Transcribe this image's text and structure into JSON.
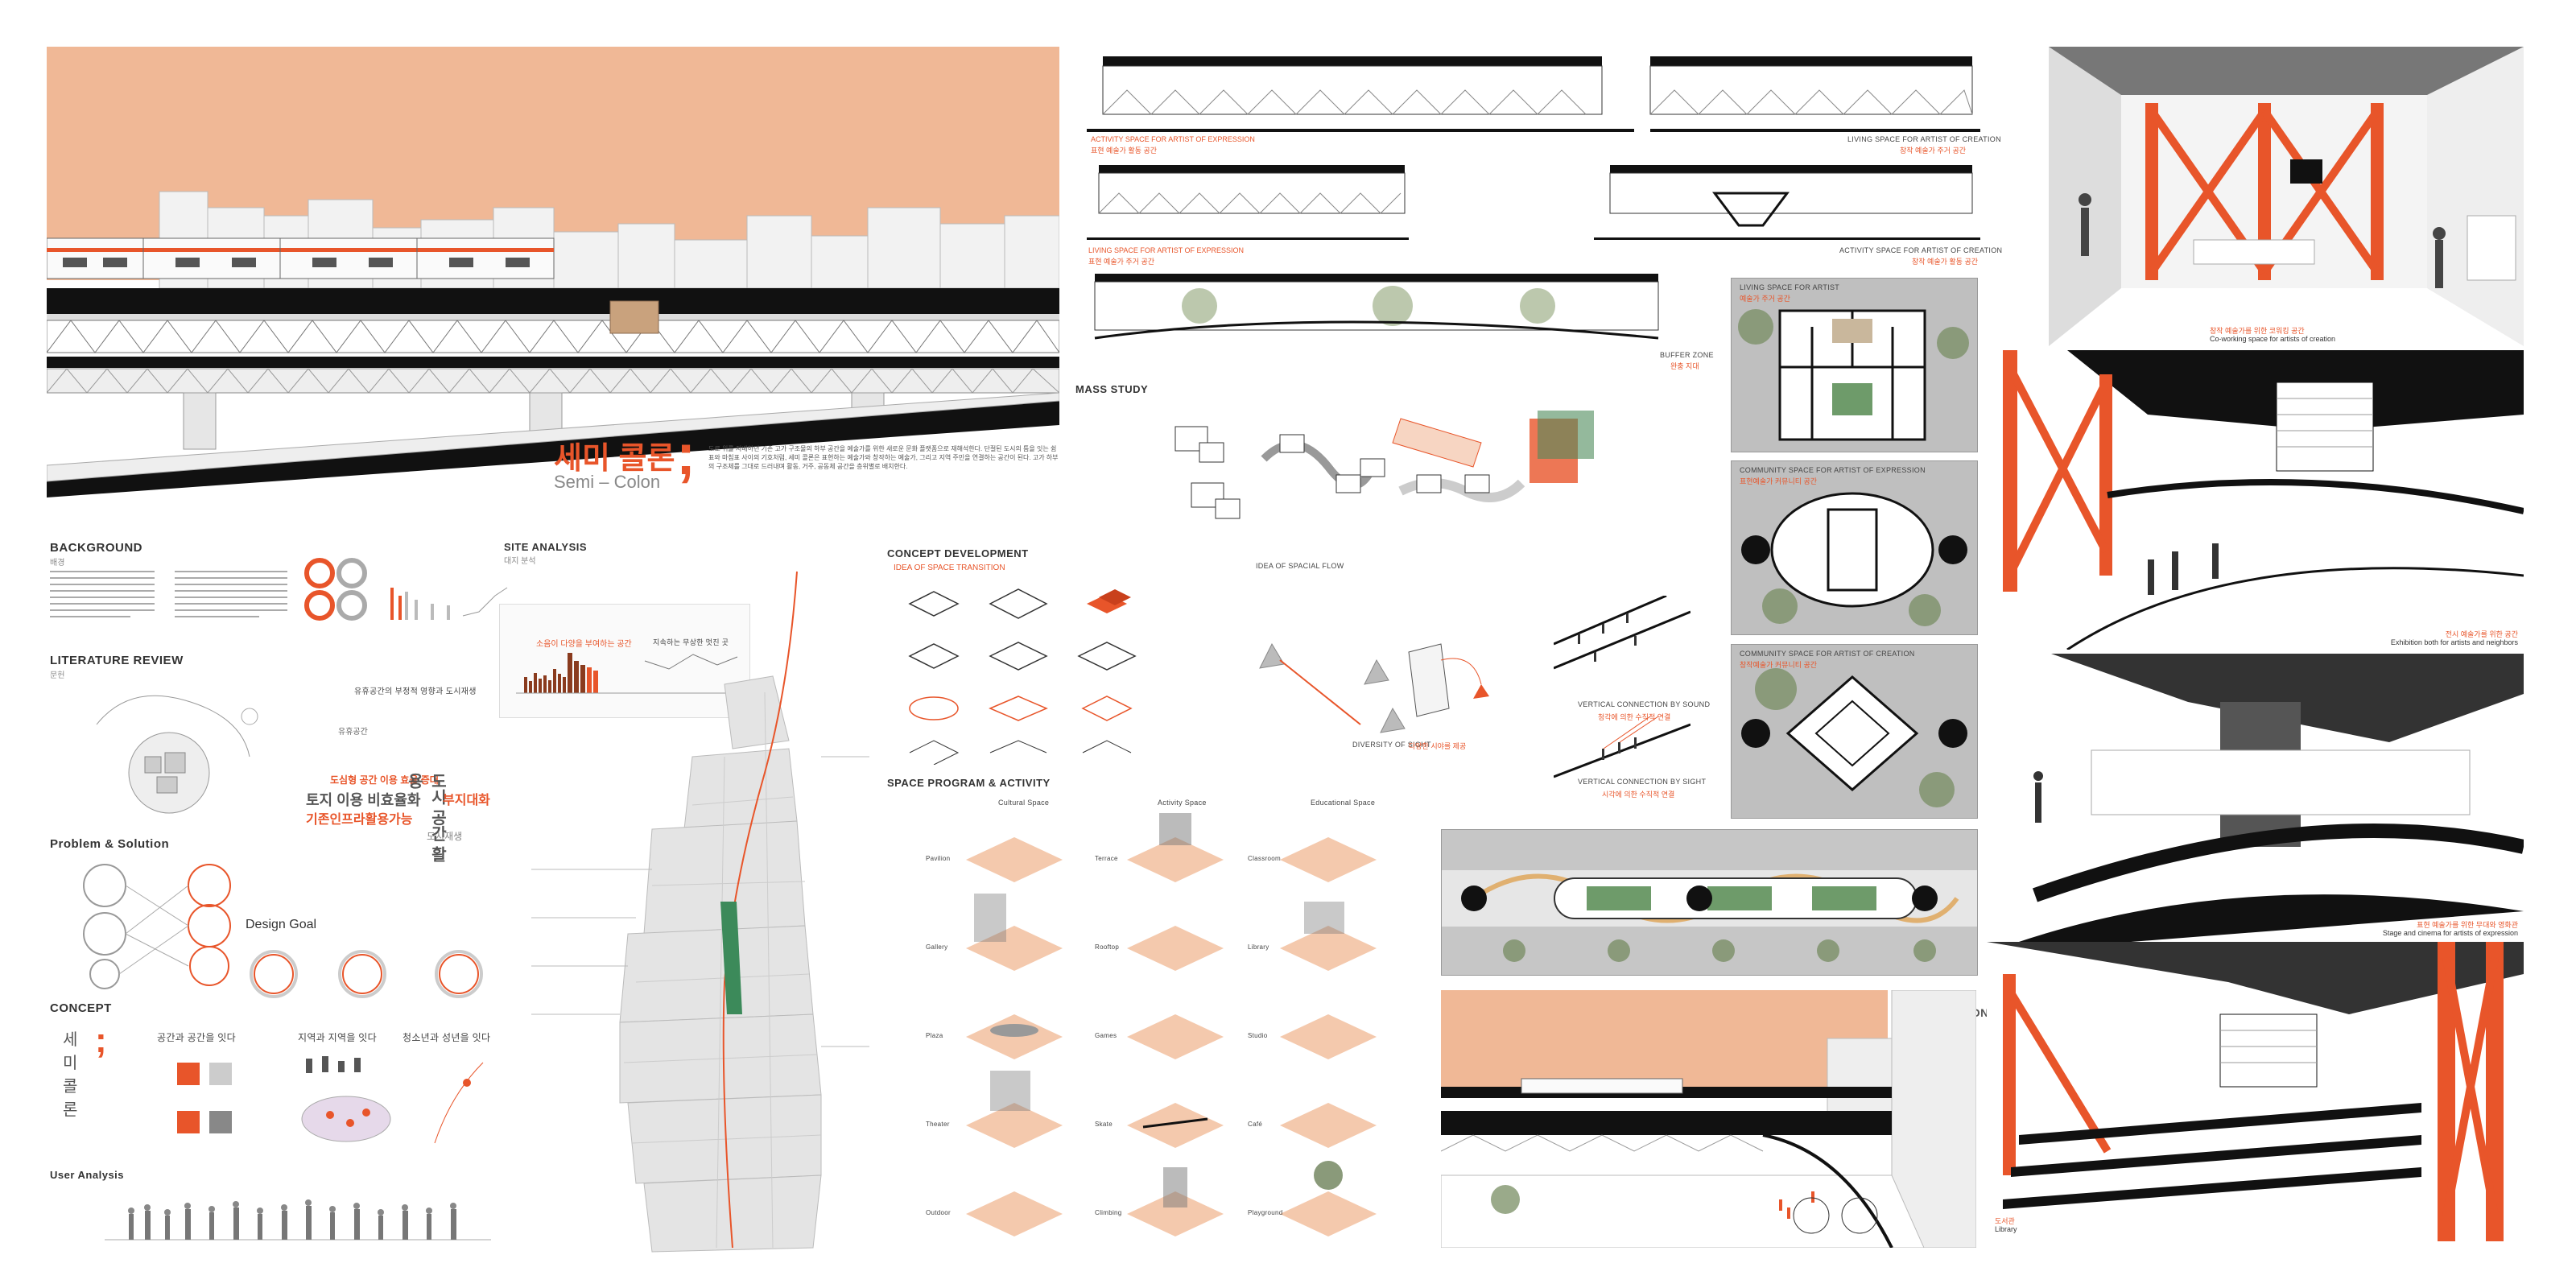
{
  "title": {
    "korean": "세미 콜론",
    "semicolon": ";",
    "english": "Semi – Colon"
  },
  "intro_text": "도로 위를 지배하던 기존 고가 구조물의 하부 공간을 예술가를 위한 새로운 문화 플랫폼으로 재해석한다. 단절된 도시의 틈을 잇는 쉼표와 마침표 사이의 기호처럼, 세미 콜론은 표현하는 예술가와 창작하는 예술가, 그리고 지역 주민을 연결하는 공간이 된다. 고가 하부의 구조체를 그대로 드러내며 활동, 거주, 공동체 공간을 층위별로 배치한다.",
  "sections": {
    "background": {
      "title": "BACKGROUND",
      "sub": "배경"
    },
    "literature": {
      "title": "LITERATURE REVIEW",
      "sub": "문헌"
    },
    "problem": {
      "title": "Problem & Solution"
    },
    "design_goal": {
      "title": "Design Goal"
    },
    "concept": {
      "title": "CONCEPT"
    },
    "user": {
      "title": "User Analysis"
    },
    "site": {
      "title": "SITE ANALYSIS",
      "sub": "대지 분석"
    },
    "concept_dev": {
      "title": "CONCEPT DEVELOPMENT"
    },
    "space_program": {
      "title": "SPACE PROGRAM & ACTIVITY"
    },
    "mass": {
      "title": "MASS STUDY"
    },
    "section": {
      "title": "SECTION"
    }
  },
  "concept_words": [
    "세",
    "미",
    "콜",
    "론"
  ],
  "concept_phrases": [
    "공간과 공간을 잇다",
    "지역과 지역을 잇다",
    "청소년과 성년을 잇다"
  ],
  "word_cloud": [
    "도시 공간 활용",
    "토지 이용 비효율화",
    "기존인프라활용가능",
    "도심형 공간 이용 효율 증대",
    "유휴공간",
    "도시재생",
    "부지대화"
  ],
  "site_labels": [
    "소음이 다양을 부여하는 공간",
    "지속하는 무상한 멋진 곳",
    "유휴공간의 부정적 영향과 도시재생"
  ],
  "concept_dev": {
    "idea_transition": "IDEA OF SPACE TRANSITION",
    "idea_flow": "IDEA OF SPACIAL FLOW",
    "diversity": "DIVERSITY OF SIGHT",
    "diversity_ko": "다양한 시야를 제공",
    "vert_sound": "VERTICAL CONNECTION BY SOUND",
    "vert_sound_ko": "청각에 의한 수직적 연결",
    "vert_sight": "VERTICAL CONNECTION BY SIGHT",
    "vert_sight_ko": "시각에 의한 수직적 연결"
  },
  "program_columns": [
    "Cultural Space",
    "Activity Space",
    "Educational Space"
  ],
  "program_rows": [
    [
      "Pavilion",
      "Terrace",
      "Classroom"
    ],
    [
      "Gallery",
      "Rooftop",
      "Library"
    ],
    [
      "Plaza",
      "Games",
      "Studio"
    ],
    [
      "Theater",
      "Skate",
      "Café"
    ],
    [
      "Outdoor",
      "Climbing",
      "Playground"
    ]
  ],
  "sections_elev": [
    {
      "en": "ACTIVITY SPACE FOR ARTIST OF EXPRESSION",
      "ko": "표현 예술가 활동 공간"
    },
    {
      "en": "LIVING SPACE FOR ARTIST OF CREATION",
      "ko": "창작 예술가 주거 공간"
    },
    {
      "en": "LIVING SPACE FOR ARTIST OF EXPRESSION",
      "ko": "표현 예술가 주거 공간"
    },
    {
      "en": "ACTIVITY SPACE FOR ARTIST OF CREATION",
      "ko": "창작 예술가 활동 공간"
    },
    {
      "en": "BUFFER ZONE",
      "ko": "완충 지대"
    }
  ],
  "plans": [
    {
      "en": "LIVING SPACE FOR ARTIST",
      "ko": "예술가 주거 공간"
    },
    {
      "en": "COMMUNITY SPACE FOR ARTIST OF EXPRESSION",
      "ko": "표현예술가 커뮤니티 공간"
    },
    {
      "en": "COMMUNITY SPACE FOR ARTIST OF CREATION",
      "ko": "창작예술가 커뮤니티 공간"
    }
  ],
  "renders": [
    {
      "ko": "창작 예술가를 위한 코워킹 공간",
      "en": "Co-working space for artists of creation"
    },
    {
      "ko": "전시 예술가를 위한 공간",
      "en": "Exhibition both for artists and neighbors"
    },
    {
      "ko": "표현 예술가를 위한 무대와 영화관",
      "en": "Stage and cinema for artists of expression"
    },
    {
      "ko": "도서관",
      "en": "Library"
    }
  ],
  "colors": {
    "accent": "#e8552a",
    "peach": "#f0b896",
    "black": "#111111"
  }
}
